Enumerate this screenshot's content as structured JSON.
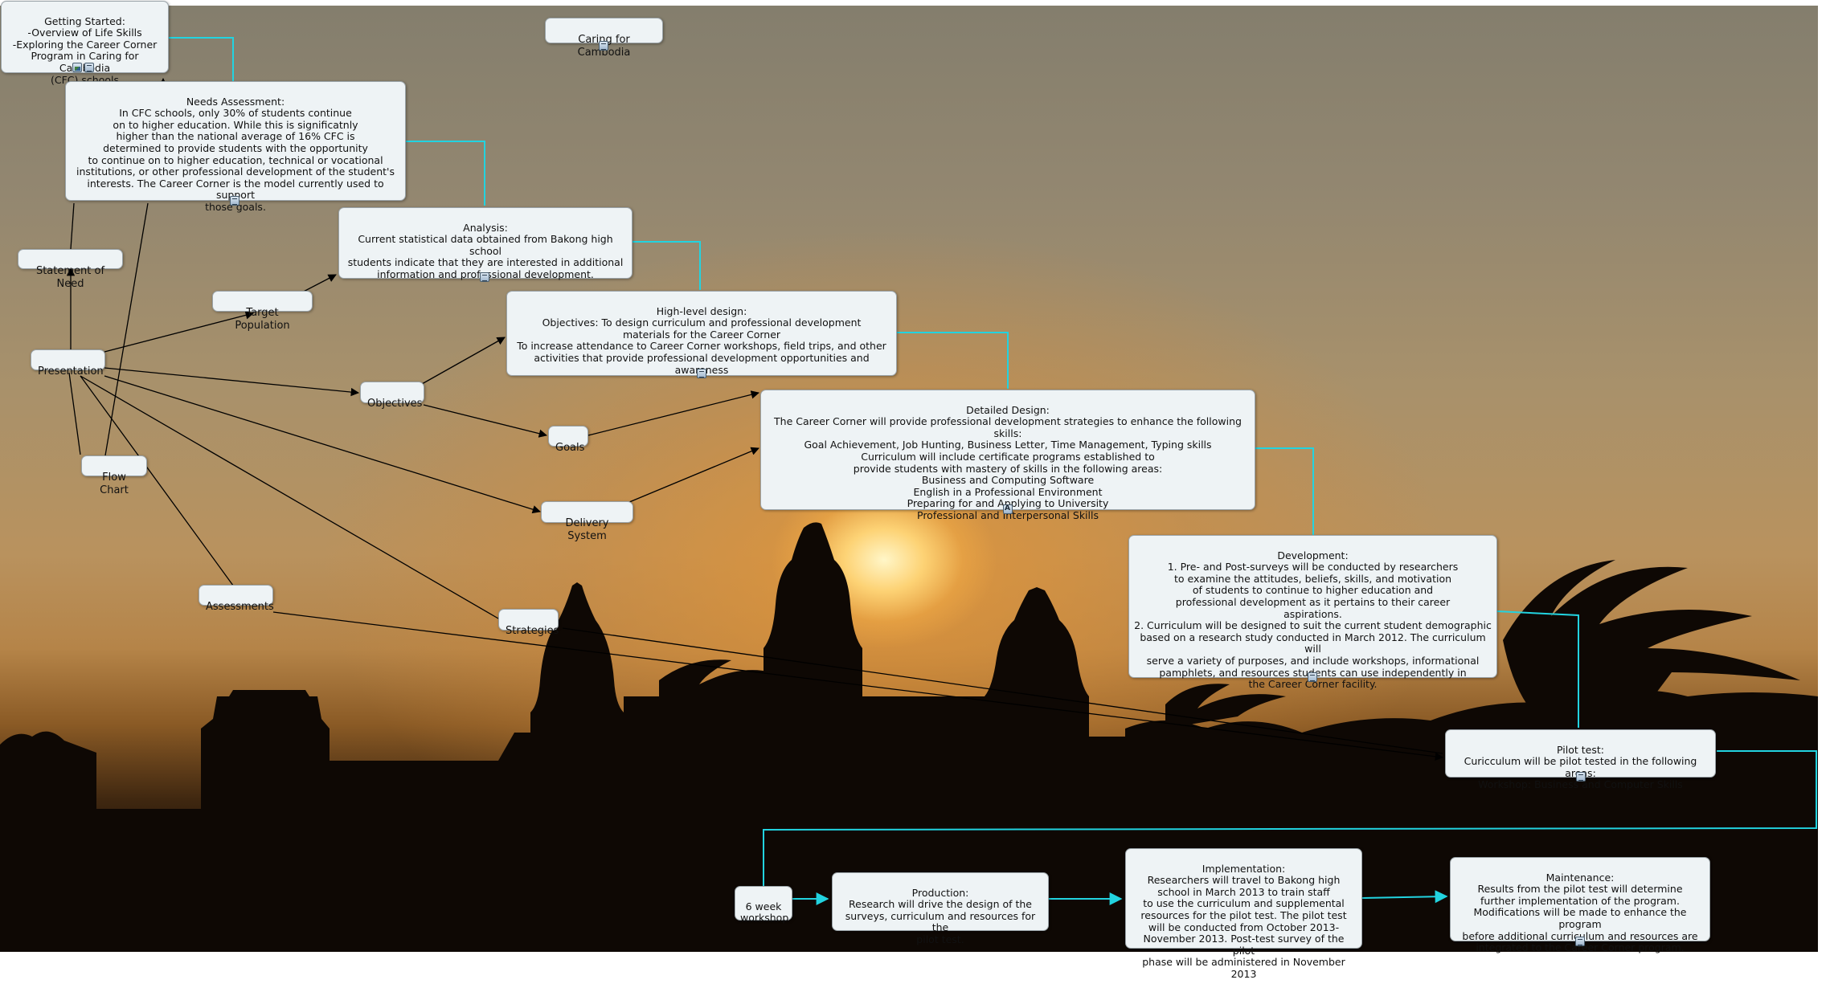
{
  "diagram": {
    "nodes": {
      "getting_started": "Getting Started:\n-Overview of Life Skills\n-Exploring the Career Corner\nProgram in Caring for Cambodia\n(CFC) schools",
      "caring_for_cambodia": "Caring for Cambodia",
      "needs_assessment": "Needs Assessment:\nIn CFC schools, only 30% of students continue\non to higher education. While this is significatnly\nhigher than the national average of 16% CFC is\ndetermined to provide students with the opportunity\nto continue on to higher education, technical or vocational\ninstitutions, or other professional development of the student's\ninterests. The Career Corner is the model currently used to support\nthose goals.",
      "analysis": "Analysis:\nCurrent statistical data obtained from Bakong high school\nstudents indicate that they are interested in additional\ninformation and professional development.",
      "statement_of_need": "Statement of Need",
      "target_population": "Target Population",
      "presentation": "Presentation",
      "high_level_design": "High-level design:\nObjectives: To design curriculum and professional development\nmaterials for the Career Corner\nTo increase attendance to Career Corner workshops, field trips, and other\nactivities that provide professional development opportunities and awareness",
      "objectives": "Objectives",
      "goals": "Goals",
      "flow_chart": "Flow Chart",
      "detailed_design": "Detailed Design:\nThe Career Corner will provide professional development strategies to enhance the following skills:\nGoal Achievement, Job Hunting, Business Letter, Time Management, Typing skills\nCurriculum will include certificate programs established to\nprovide students with mastery of skills in the following areas:\nBusiness and Computing Software\nEnglish in a Professional Environment\nPreparing for and Applying to University\nProfessional and Interpersonal Skills",
      "delivery_system": "Delivery System",
      "development": "Development:\n1. Pre- and Post-surveys will be conducted by researchers\nto examine the attitudes, beliefs, skills, and motivation\nof students to continue to higher education and\nprofessional development as it pertains to their career\naspirations.\n2. Curriculum will be designed to suit the current student demographic\nbased on a research study conducted in March 2012. The curriculum will\nserve a variety of purposes, and include workshops, informational\npamphlets, and resources students can use independently in\nthe Career Corner facility.",
      "assessments": "Assessments",
      "strategies": "Strategies",
      "pilot_test": "Pilot test:\nCuricculum will be pilot tested in the following areas:\nWorkshop: Business and Computer Skills",
      "six_week_workshop": "6 week\nworkshop",
      "production": "Production:\nResearch will drive the design of the\nsurveys, curriculum and resources for the\npilot test.",
      "implementation": "Implementation:\nResearchers will travel to Bakong high\nschool in March 2013 to train staff\nto use the curriculum and supplemental\nresources for the pilot test. The pilot test\nwill be conducted from October 2013-\nNovember 2013. Post-test survey of the pilot\nphase will be administered in November 2013",
      "maintenance": "Maintenance:\nResults from the pilot test will determine\nfurther implementation of the program.\nModifications will be made to enhance the program\nbefore additional curriculum and resources are\nintegrated to the Career Corner program."
    },
    "colors": {
      "node_fill": "#eef3f5",
      "node_border": "#9aa3a8",
      "connector_cyan": "#22d3e0",
      "link_black": "#000000"
    },
    "resource_icons": [
      "image-icon",
      "document-icon",
      "font-icon"
    ]
  }
}
